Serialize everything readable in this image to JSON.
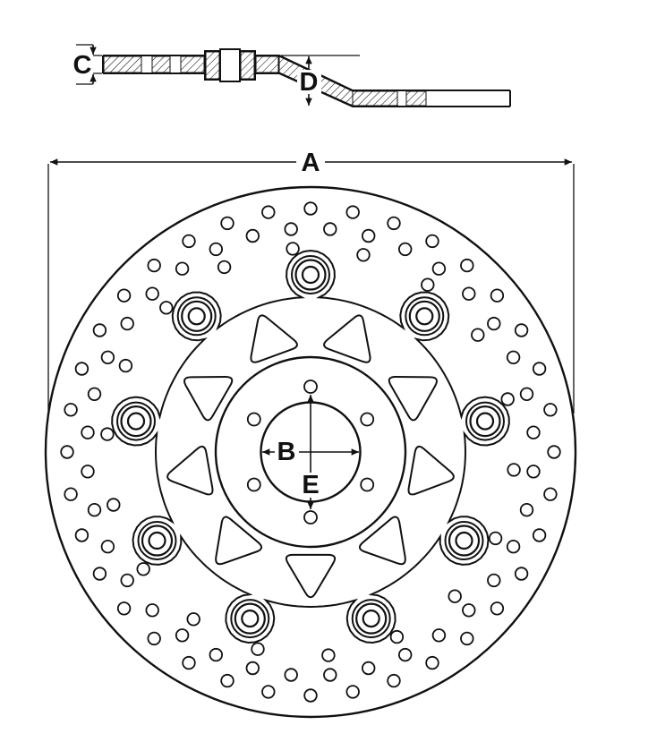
{
  "colors": {
    "ink": "#111111",
    "background": "#ffffff"
  },
  "labels": {
    "A": "A",
    "B": "B",
    "C": "C",
    "D": "D",
    "E": "E"
  },
  "figure": {
    "bobbin_count": 9,
    "bolt_hole_count": 6,
    "carrier_cutout_count": 9
  }
}
